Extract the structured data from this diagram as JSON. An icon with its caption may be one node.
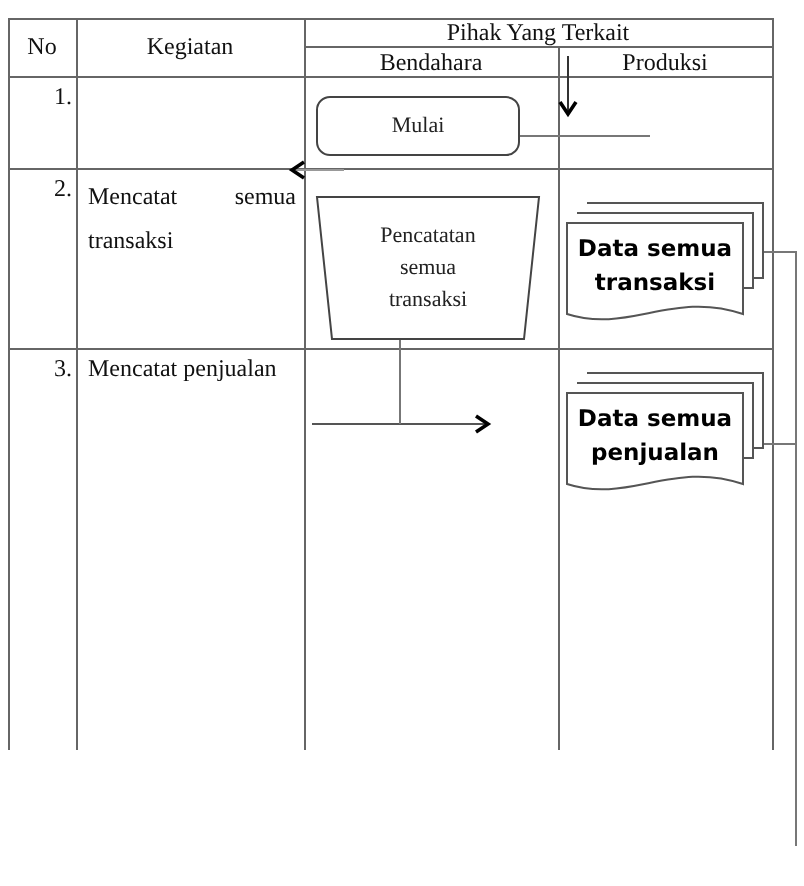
{
  "diagram": {
    "nodes": [
      {
        "text": [
          "Mulai"
        ]
      },
      {
        "text": [
          "Pencatatan semua transaksi"
        ]
      },
      {
        "text": [
          "Data semua transaksi"
        ]
      },
      {
        "text": [
          "Data semua penjualan"
        ]
      }
    ],
    "edges": [
      {
        "from": 0,
        "to": null,
        "arrow": "none"
      },
      {
        "from": 1,
        "to": null,
        "arrow": "none"
      },
      {
        "from": 2,
        "to": null,
        "arrow": "none"
      },
      {
        "from": 3,
        "to": null,
        "arrow": "none"
      }
    ],
    "labels": [
      "No",
      "Kegiatan",
      "Pihak Yang Terkait",
      "Bendahara",
      "Produksi",
      "1.",
      "2.",
      "Mencatat semua transaksi",
      "3.",
      "Mencatat penjualan"
    ]
  }
}
